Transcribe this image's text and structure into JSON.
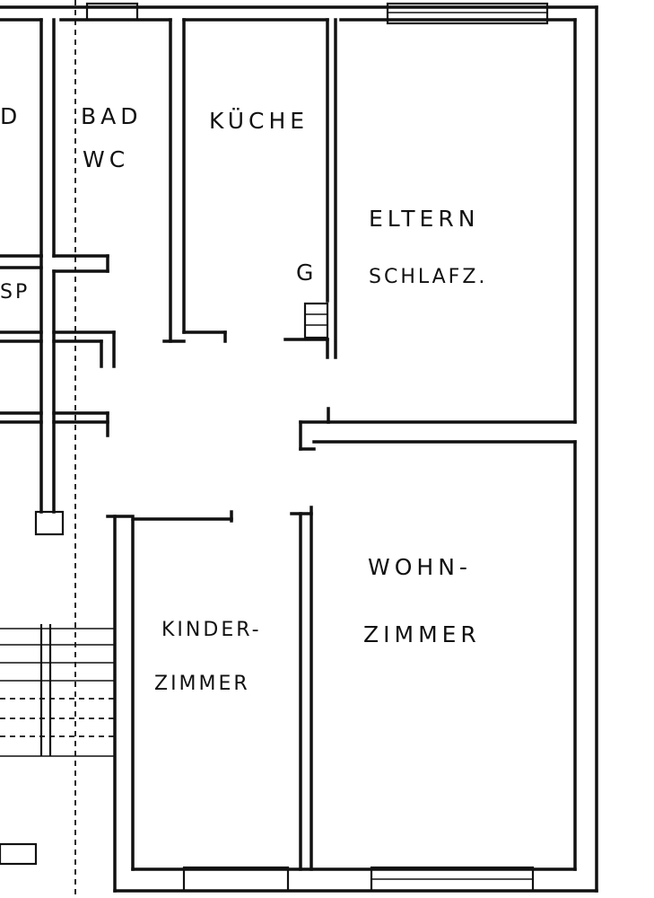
{
  "plan": {
    "rooms": {
      "d_partial": "D",
      "bad": "BAD",
      "wc": "WC",
      "kueche": "KÜCHE",
      "eltern": "ELTERN",
      "schlafz": "SCHLAFZ.",
      "sp": "SP",
      "g": "G",
      "wohn": "WOHN-",
      "wohn_zimmer": "ZIMMER",
      "kinder": "KINDER-",
      "kinder_zimmer": "ZIMMER"
    }
  }
}
